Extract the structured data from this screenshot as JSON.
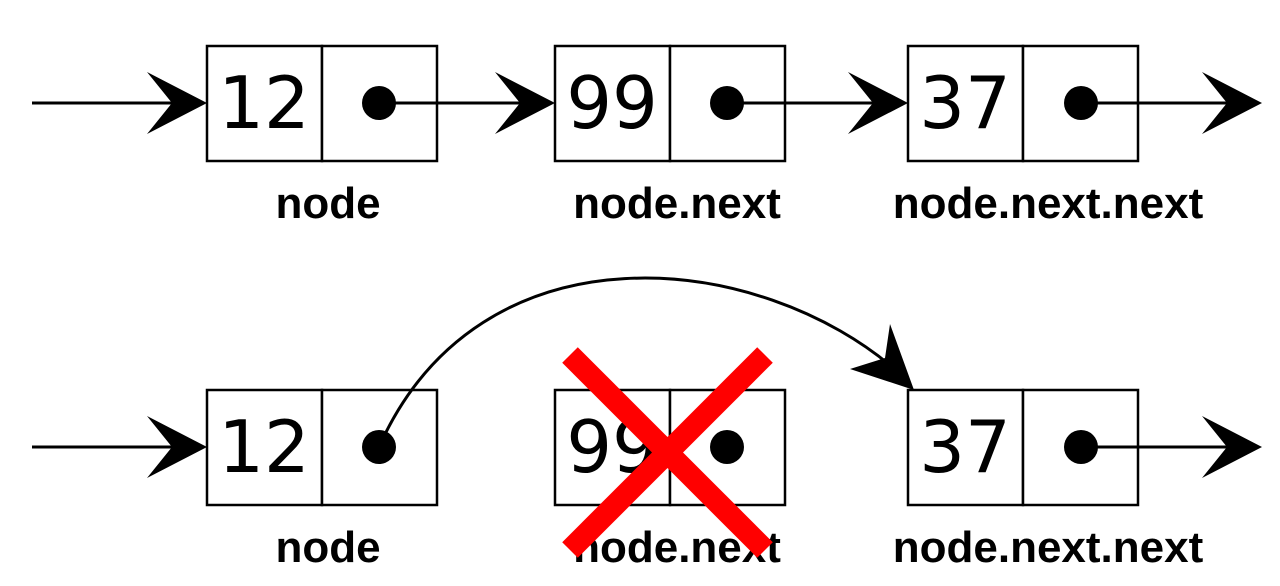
{
  "colors": {
    "ink": "#000000",
    "background": "#ffffff",
    "cross": "#ff0000"
  },
  "before": {
    "nodes": [
      {
        "value": "12",
        "label": "node"
      },
      {
        "value": "99",
        "label": "node.next"
      },
      {
        "value": "37",
        "label": "node.next.next"
      }
    ]
  },
  "after": {
    "nodes": [
      {
        "value": "12",
        "label": "node"
      },
      {
        "value": "99",
        "label": "node.next",
        "removed": true
      },
      {
        "value": "37",
        "label": "node.next.next"
      }
    ]
  }
}
